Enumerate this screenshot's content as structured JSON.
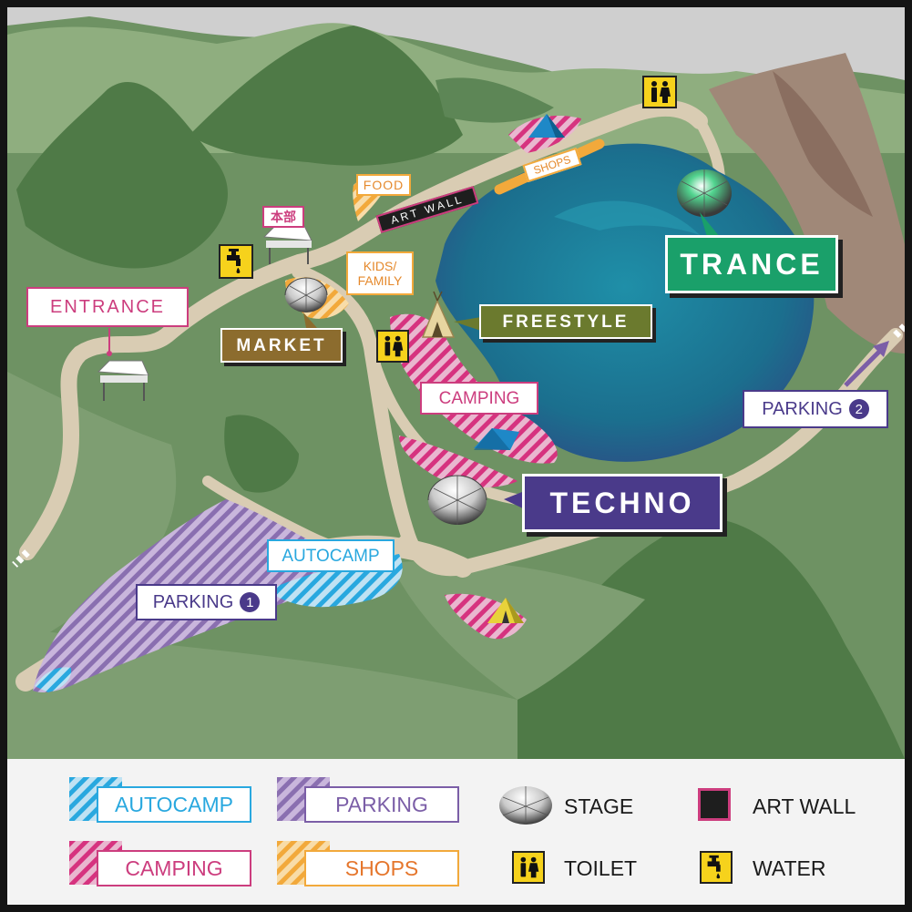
{
  "map": {
    "areas": {
      "entrance": "ENTRANCE",
      "honbu": "本部",
      "food": "FOOD",
      "art_wall": "ART WALL",
      "shops": "SHOPS",
      "kids_family": "KIDS/\nFAMILY",
      "camping": "CAMPING",
      "autocamp": "AUTOCAMP",
      "parking1_label": "PARKING",
      "parking1_num": "1",
      "parking2_label": "PARKING",
      "parking2_num": "2"
    },
    "stages": {
      "market": "MARKET",
      "freestyle": "FREESTYLE",
      "trance": "TRANCE",
      "techno": "TECHNO"
    },
    "colors": {
      "autocamp": "#29a8df",
      "camping": "#d6337f",
      "parking": "#7b5ea7",
      "shops": "#f2a93b",
      "market": "#8c6c2e",
      "freestyle": "#6b7a2e",
      "trance": "#1aa06a",
      "techno": "#4a3a8a",
      "lake": "#1a6e8a",
      "grass": "#6b8f5f"
    }
  },
  "legend": {
    "autocamp": "AUTOCAMP",
    "parking": "PARKING",
    "stage": "STAGE",
    "art_wall": "ART WALL",
    "camping": "CAMPING",
    "shops": "SHOPS",
    "toilet": "TOILET",
    "water": "WATER"
  }
}
